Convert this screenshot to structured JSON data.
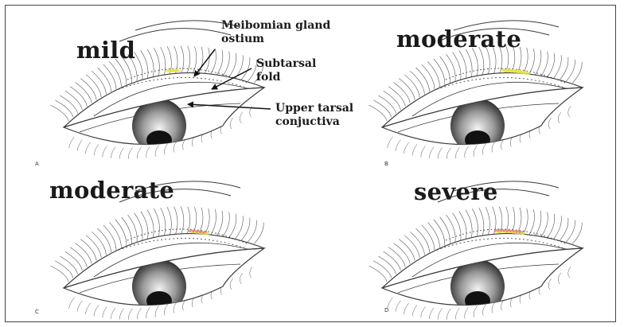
{
  "panels": [
    {
      "severity": "mild",
      "letter": "A"
    },
    {
      "severity": "moderate",
      "letter": "B"
    },
    {
      "severity": "moderate",
      "letter": "C"
    },
    {
      "severity": "severe",
      "letter": "D"
    }
  ],
  "annotations": {
    "meibomian": [
      "Meibomian gland",
      "ostium"
    ],
    "subtarsal": [
      "Subtarsal",
      "fold"
    ],
    "tarsal": [
      "Upper tarsal",
      "conjuctiva"
    ]
  },
  "colors": {
    "line": "#3a3a3a",
    "lash": "#555555",
    "pupil": "#111111",
    "inflammation_yellow": "#e8e24a",
    "inflammation_red": "#e37a7a"
  }
}
